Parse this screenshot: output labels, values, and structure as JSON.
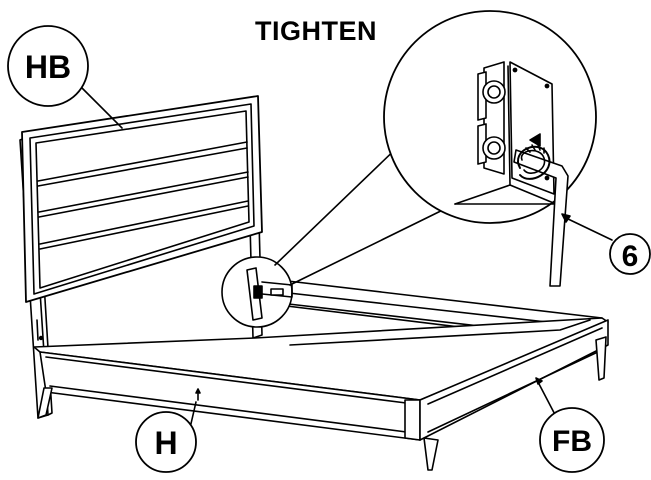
{
  "instruction": "TIGHTEN",
  "callouts": {
    "headboard": "HB",
    "hardware": "H",
    "footboard": "FB",
    "step": "6"
  },
  "colors": {
    "line": "#000000",
    "background": "#ffffff",
    "bubble_fill": "#ffffff"
  }
}
